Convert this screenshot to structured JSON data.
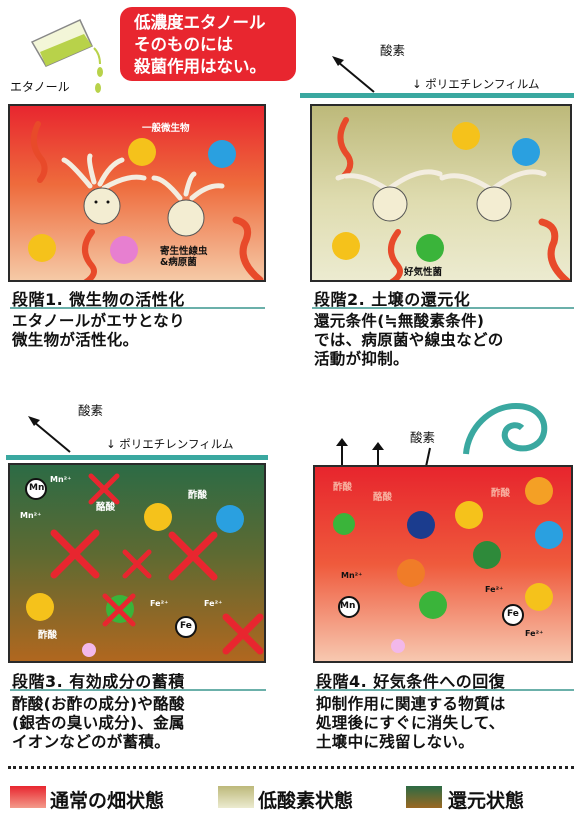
{
  "callout": {
    "lines": [
      "低濃度エタノール",
      "そのものには",
      "殺菌作用はない。"
    ]
  },
  "ethanol_label": "エタノール",
  "film_label": "↓ ポリエチレンフィルム",
  "oxygen_label": "酸素",
  "stages": [
    {
      "title": "段階1. 微生物の活性化",
      "desc": [
        "エタノールがエサとなり",
        "微生物が活性化。"
      ],
      "labels": {
        "general_microbes": "一般微生物",
        "parasites_line1": "寄生性線虫",
        "parasites_line2": "&病原菌"
      }
    },
    {
      "title": "段階2. 土壌の還元化",
      "desc": [
        "還元条件(≒無酸素条件)",
        "では、病原菌や線虫などの",
        "活動が抑制。"
      ],
      "labels": {
        "aerobic": "好気性菌"
      }
    },
    {
      "title": "段階3. 有効成分の蓄積",
      "desc": [
        "酢酸(お酢の成分)や酪酸",
        "(銀杏の臭い成分)、金属",
        "イオンなどのが蓄積。"
      ],
      "labels": {
        "acetic": "酢酸",
        "butyric": "酪酸",
        "mn": "Mn",
        "mn_ion": "Mn²⁺",
        "fe": "Fe",
        "fe_ion": "Fe²⁺"
      }
    },
    {
      "title": "段階4. 好気条件への回復",
      "desc": [
        "抑制作用に関連する物質は",
        "処理後にすぐに消失して、",
        "土壌中に残留しない。"
      ],
      "labels": {
        "acetic": "酢酸",
        "butyric": "酪酸",
        "mn": "Mn",
        "mn_ion": "Mn²⁺",
        "fe": "Fe",
        "fe_ion": "Fe²⁺"
      }
    }
  ],
  "legend": [
    {
      "label": "通常の畑状態",
      "color": "#e8262f"
    },
    {
      "label": "低酸素状態",
      "color": "#d9d6a2"
    },
    {
      "label": "還元状態",
      "color": "#3d6b3c"
    }
  ]
}
